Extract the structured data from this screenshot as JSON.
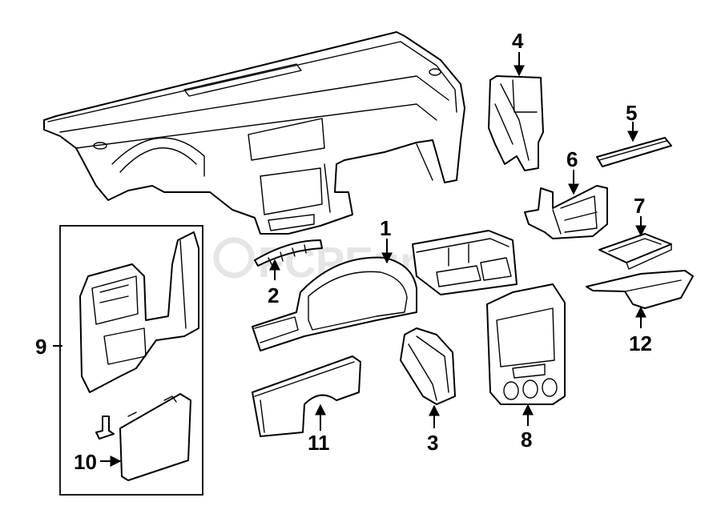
{
  "labels": [
    {
      "id": "1",
      "text": "1"
    },
    {
      "id": "2",
      "text": "2"
    },
    {
      "id": "3",
      "text": "3"
    },
    {
      "id": "4",
      "text": "4"
    },
    {
      "id": "5",
      "text": "5"
    },
    {
      "id": "6",
      "text": "6"
    },
    {
      "id": "7",
      "text": "7"
    },
    {
      "id": "8",
      "text": "8"
    },
    {
      "id": "9",
      "text": "9"
    },
    {
      "id": "10",
      "text": "10"
    },
    {
      "id": "11",
      "text": "11"
    },
    {
      "id": "12",
      "text": "12"
    }
  ],
  "watermark": {
    "text": "FCPEuro"
  }
}
